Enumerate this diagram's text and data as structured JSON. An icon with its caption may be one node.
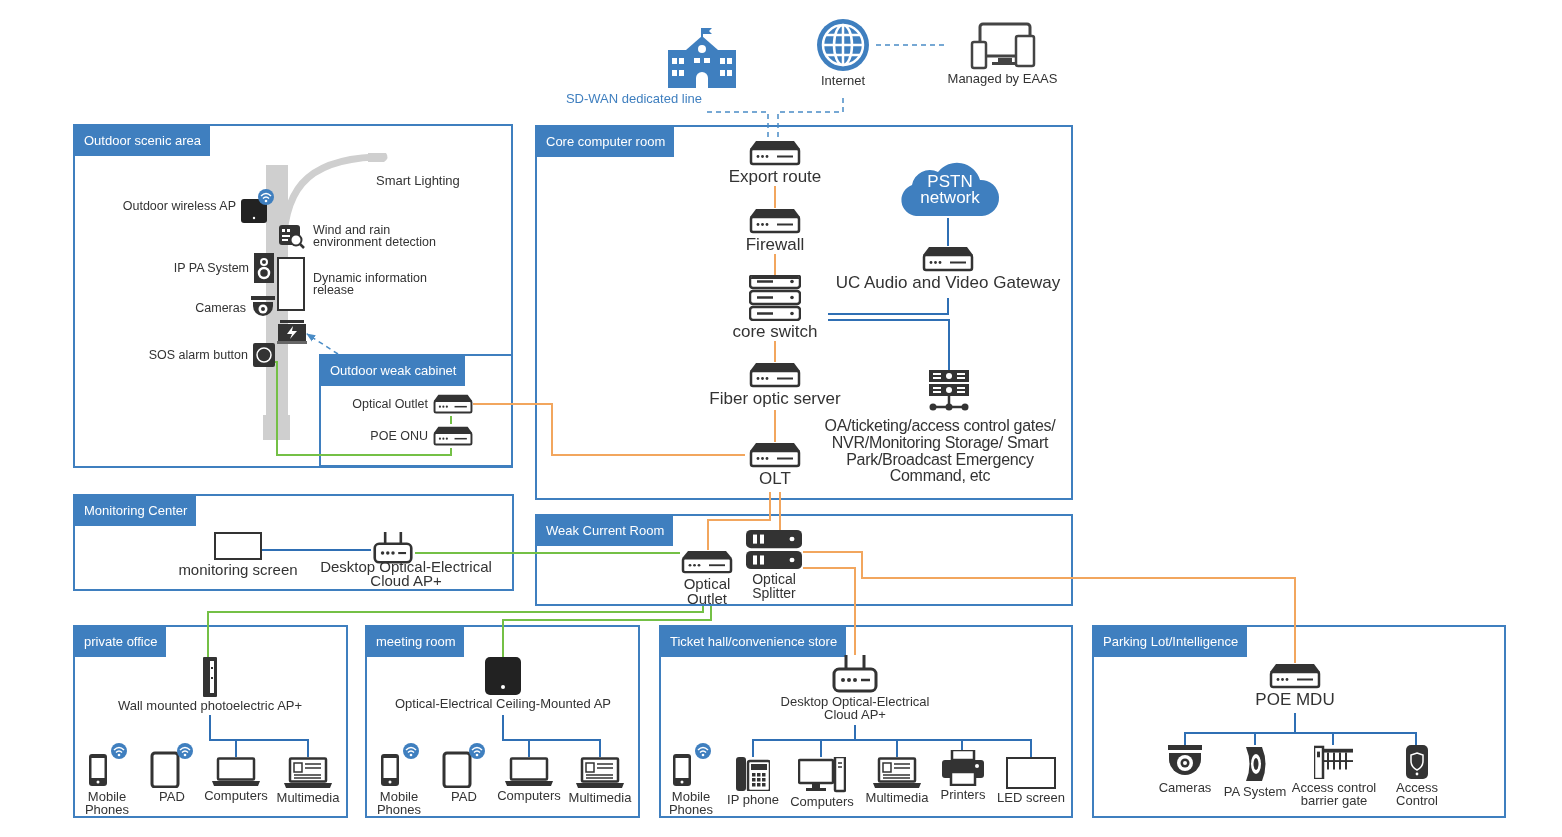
{
  "diagram": {
    "nodes": [
      {
        "text": [
          "SD-WAN dedicated line"
        ]
      },
      {
        "text": [
          "Internet"
        ]
      },
      {
        "text": [
          "Managed by EAAS"
        ]
      },
      {
        "text": [
          "Outdoor scenic area"
        ]
      },
      {
        "text": [
          "Outdoor wireless AP"
        ],
        "in": 3
      },
      {
        "text": [
          "Wind and rain environment detection"
        ],
        "in": 3
      },
      {
        "text": [
          "IP PA System"
        ],
        "in": 3
      },
      {
        "text": [
          "Dynamic information release"
        ],
        "in": 3
      },
      {
        "text": [
          "Cameras"
        ],
        "in": 3
      },
      {
        "text": [],
        "shape": "box",
        "in": 3
      },
      {
        "text": [
          "SOS alarm button"
        ],
        "in": 3
      },
      {
        "text": [
          "Outdoor weak cabinet"
        ],
        "in": 3
      },
      {
        "text": [
          "Optical Outlet"
        ],
        "in": 11
      },
      {
        "text": [
          "POE ONU"
        ],
        "in": 11
      },
      {
        "text": [
          "Core computer room"
        ]
      },
      {
        "text": [
          "Export route"
        ],
        "in": 14
      },
      {
        "text": [
          "Firewall"
        ],
        "in": 14
      },
      {
        "text": [
          "PSTN network"
        ],
        "in": 14
      },
      {
        "text": [
          "UC Audio and Video Gateway"
        ],
        "in": 14
      },
      {
        "text": [
          "core switch"
        ],
        "in": 14
      },
      {
        "text": [
          "Fiber optic server"
        ],
        "in": 14
      },
      {
        "text": [],
        "shape": "server",
        "in": 14,
        "beside": [
          "OA/ticketing/access control gates/ NVR/Monitoring Storage/ Smart Park/Broadcast Emergency Command, etc"
        ]
      },
      {
        "text": [
          "OLT"
        ],
        "in": 14
      },
      {
        "text": [
          "Monitoring Center"
        ]
      },
      {
        "text": [],
        "shape": "monitor",
        "in": 23,
        "beside": [
          "monitoring screen"
        ]
      },
      {
        "text": [],
        "shape": "router",
        "in": 23,
        "beside": [
          "Desktop Optical-Electrical Cloud AP+"
        ]
      },
      {
        "text": [
          "Weak Current Room"
        ]
      },
      {
        "text": [
          "Optical Outlet"
        ],
        "in": 26
      },
      {
        "text": [
          "Optical Splitter"
        ],
        "in": 26
      },
      {
        "text": [
          "private office"
        ]
      },
      {
        "text": [
          "Wall mounted photoelectric AP+"
        ],
        "in": 29
      },
      {
        "text": [
          "Mobile Phones"
        ],
        "in": 29
      },
      {
        "text": [
          "PAD"
        ],
        "in": 29
      },
      {
        "text": [
          "Computers"
        ],
        "in": 29
      },
      {
        "text": [
          "Multimedia"
        ],
        "in": 29
      },
      {
        "text": [
          "meeting room"
        ]
      },
      {
        "text": [
          "Optical-Electrical Ceiling-Mounted AP"
        ],
        "in": 35
      },
      {
        "text": [
          "Mobile Phones"
        ],
        "in": 35
      },
      {
        "text": [
          "PAD"
        ],
        "in": 35
      },
      {
        "text": [
          "Computers"
        ],
        "in": 35
      },
      {
        "text": [
          "Multimedia"
        ],
        "in": 35
      },
      {
        "text": [
          "Ticket hall/convenience store"
        ]
      },
      {
        "text": [
          "Desktop Optical-Electrical Cloud AP+"
        ],
        "in": 41
      },
      {
        "text": [
          "Mobile Phones"
        ],
        "in": 41
      },
      {
        "text": [
          "IP phone"
        ],
        "in": 41
      },
      {
        "text": [
          "Computers"
        ],
        "in": 41
      },
      {
        "text": [
          "Multimedia"
        ],
        "in": 41
      },
      {
        "text": [
          "Printers"
        ],
        "in": 41
      },
      {
        "text": [
          "LED screen"
        ],
        "in": 41
      },
      {
        "text": [
          "Parking Lot/Intelligence"
        ]
      },
      {
        "text": [
          "POE MDU"
        ],
        "in": 49
      },
      {
        "text": [
          "Cameras"
        ],
        "in": 49
      },
      {
        "text": [
          "PA System"
        ],
        "in": 49
      },
      {
        "text": [
          "Access control barrier gate"
        ],
        "in": 49
      },
      {
        "text": [
          "Access Control"
        ],
        "in": 49
      }
    ],
    "edges": [
      {
        "from": 0,
        "to": 15,
        "arrow": "none",
        "style": "dashed",
        "color": "#4a8cc6"
      },
      {
        "from": 1,
        "to": 15,
        "arrow": "none",
        "style": "dashed",
        "color": "#4a8cc6"
      },
      {
        "from": 1,
        "to": 2,
        "arrow": "none",
        "style": "dashed",
        "color": "#4a8cc6"
      },
      {
        "from": 11,
        "to": 9,
        "arrow": "to",
        "style": "dashed",
        "color": "#4a8cc6"
      },
      {
        "from": 10,
        "to": 13,
        "arrow": "none",
        "color": "#74c046"
      },
      {
        "from": 12,
        "to": 13,
        "arrow": "none",
        "color": "#74c046"
      },
      {
        "from": 12,
        "to": 22,
        "arrow": "none",
        "color": "#f2a65e"
      },
      {
        "from": 15,
        "to": 16,
        "arrow": "none",
        "color": "#f2a65e"
      },
      {
        "from": 16,
        "to": 19,
        "arrow": "none",
        "color": "#f2a65e"
      },
      {
        "from": 19,
        "to": 20,
        "arrow": "none",
        "color": "#f2a65e"
      },
      {
        "from": 20,
        "to": 22,
        "arrow": "none",
        "color": "#f2a65e"
      },
      {
        "from": 17,
        "to": 18,
        "arrow": "none"
      },
      {
        "from": 19,
        "to": 18,
        "arrow": "none"
      },
      {
        "from": 19,
        "to": 21,
        "arrow": "none"
      },
      {
        "from": 24,
        "to": 25,
        "arrow": "none"
      },
      {
        "from": 25,
        "to": 27,
        "arrow": "none",
        "color": "#74c046"
      },
      {
        "from": 22,
        "to": 27,
        "arrow": "none",
        "color": "#f2a65e"
      },
      {
        "from": 22,
        "to": 28,
        "arrow": "none",
        "color": "#f2a65e"
      },
      {
        "from": 27,
        "to": 30,
        "arrow": "none",
        "color": "#74c046"
      },
      {
        "from": 27,
        "to": 36,
        "arrow": "none",
        "color": "#74c046"
      },
      {
        "from": 28,
        "to": 42,
        "arrow": "none",
        "color": "#f2a65e"
      },
      {
        "from": 28,
        "to": 50,
        "arrow": "none",
        "color": "#f2a65e"
      },
      {
        "from": 30,
        "to": 33,
        "arrow": "none"
      },
      {
        "from": 30,
        "to": 34,
        "arrow": "none"
      },
      {
        "from": 36,
        "to": 39,
        "arrow": "none"
      },
      {
        "from": 36,
        "to": 40,
        "arrow": "none"
      },
      {
        "from": 42,
        "to": 44,
        "arrow": "none"
      },
      {
        "from": 42,
        "to": 45,
        "arrow": "none"
      },
      {
        "from": 42,
        "to": 46,
        "arrow": "none"
      },
      {
        "from": 42,
        "to": 47,
        "arrow": "none"
      },
      {
        "from": 42,
        "to": 48,
        "arrow": "none"
      },
      {
        "from": 50,
        "to": 51,
        "arrow": "none"
      },
      {
        "from": 50,
        "to": 52,
        "arrow": "none"
      },
      {
        "from": 50,
        "to": 53,
        "arrow": "none"
      },
      {
        "from": 50,
        "to": 54,
        "arrow": "none"
      }
    ],
    "labels": [
      "Smart Lighting"
    ]
  }
}
